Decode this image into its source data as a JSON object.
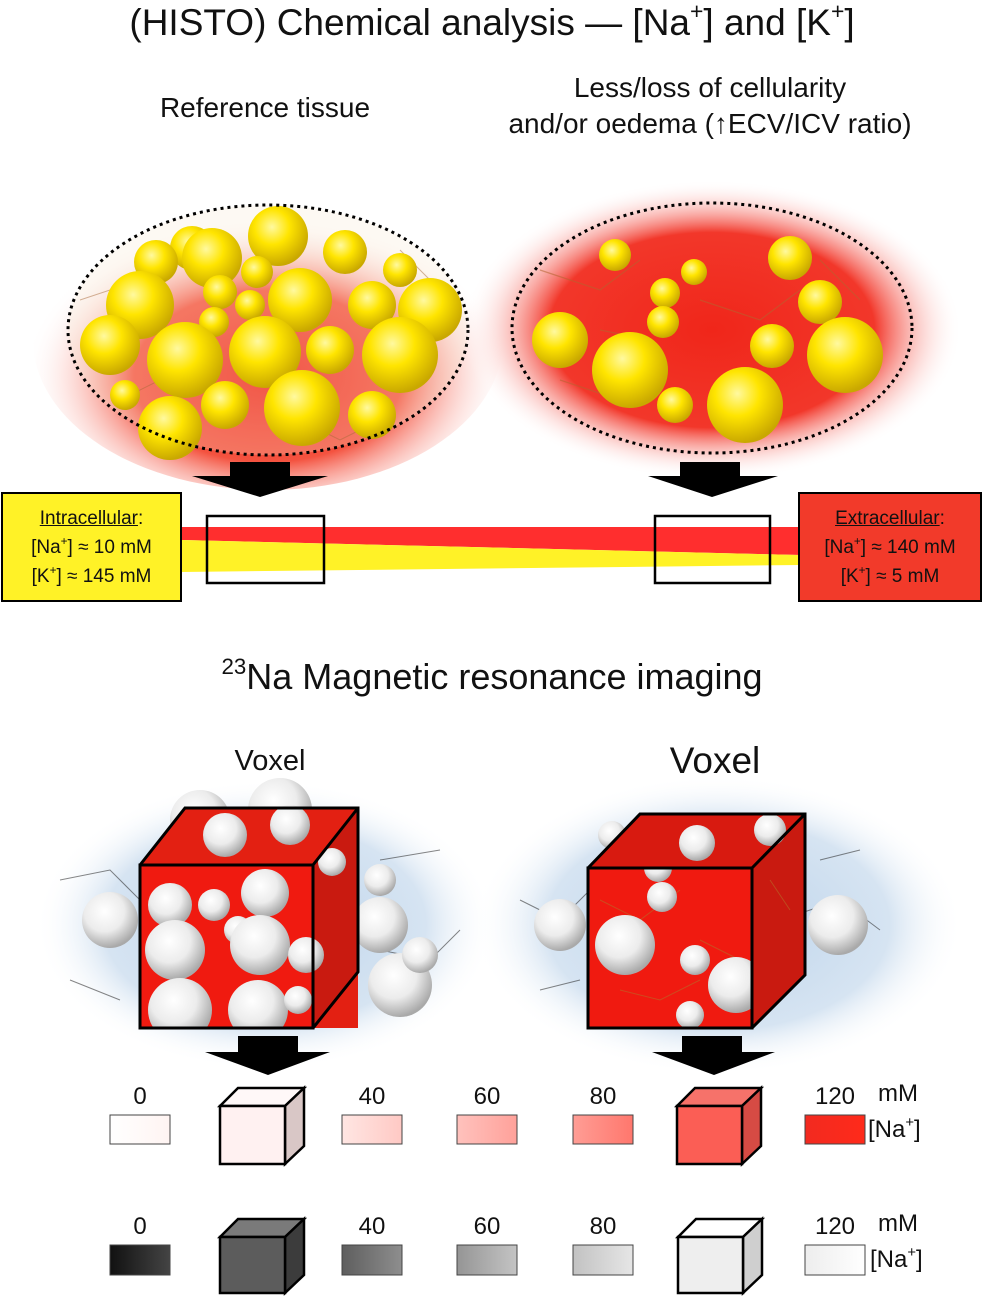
{
  "title": {
    "prefix": "(HISTO) Chemical analysis — [Na",
    "mid": "] and [K",
    "suffix": "]",
    "sup": "+"
  },
  "reference": {
    "label": "Reference tissue"
  },
  "loss": {
    "line1": "Less/loss of cellularity",
    "line2": "and/or oedema (↑ECV/ICV ratio)"
  },
  "intracellular": {
    "heading": "Intracellular",
    "colon": ":",
    "na_pre": "[Na",
    "na_post": "] ≈ 10 mM",
    "k_pre": "[K",
    "k_post": "] ≈ 145 mM",
    "sup": "+"
  },
  "extracellular": {
    "heading": "Extracellular",
    "colon": ":",
    "na_pre": "[Na",
    "na_post": "] ≈ 140 mM",
    "k_pre": "[K",
    "k_post": "] ≈ 5 mM",
    "sup": "+"
  },
  "mri": {
    "sup": "23",
    "title": "Na Magnetic resonance imaging"
  },
  "voxel": {
    "left": "Voxel",
    "right": "Voxel"
  },
  "scale_red": {
    "ticks": [
      "0",
      "40",
      "60",
      "80",
      "120"
    ],
    "unit": "mM",
    "na_pre": "[Na",
    "na_post": "]",
    "sup": "+"
  },
  "scale_gray": {
    "ticks": [
      "0",
      "40",
      "60",
      "80",
      "120"
    ],
    "unit": "mM",
    "na_pre": "[Na",
    "na_post": "]",
    "sup": "+"
  },
  "colors": {
    "cell": "#f5d800",
    "extracellular": "#f23a2a",
    "intracellular": "#fff227",
    "halo_blue": "#bcd3ea"
  }
}
